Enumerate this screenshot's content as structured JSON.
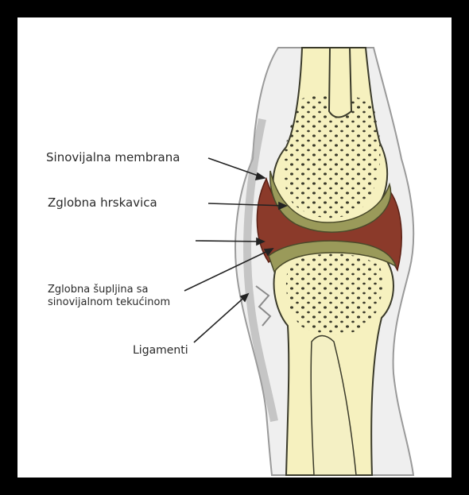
{
  "labels": {
    "synovial_membrane": "Sinovijalna membrana",
    "articular_cartilage": "Zglobna hrskavica",
    "joint_cavity_line1": "Zglobna šupljina sa",
    "joint_cavity_line2": "sinovijalnom tekućinom",
    "ligaments": "Ligamenti"
  },
  "colors": {
    "frame": "#000000",
    "bone": "#f6f1bf",
    "cartilage": "#9a9a5a",
    "synovial_fluid": "#8b3a2a",
    "soft_tissue": "#e9e9e9",
    "pointer": "#222222"
  }
}
